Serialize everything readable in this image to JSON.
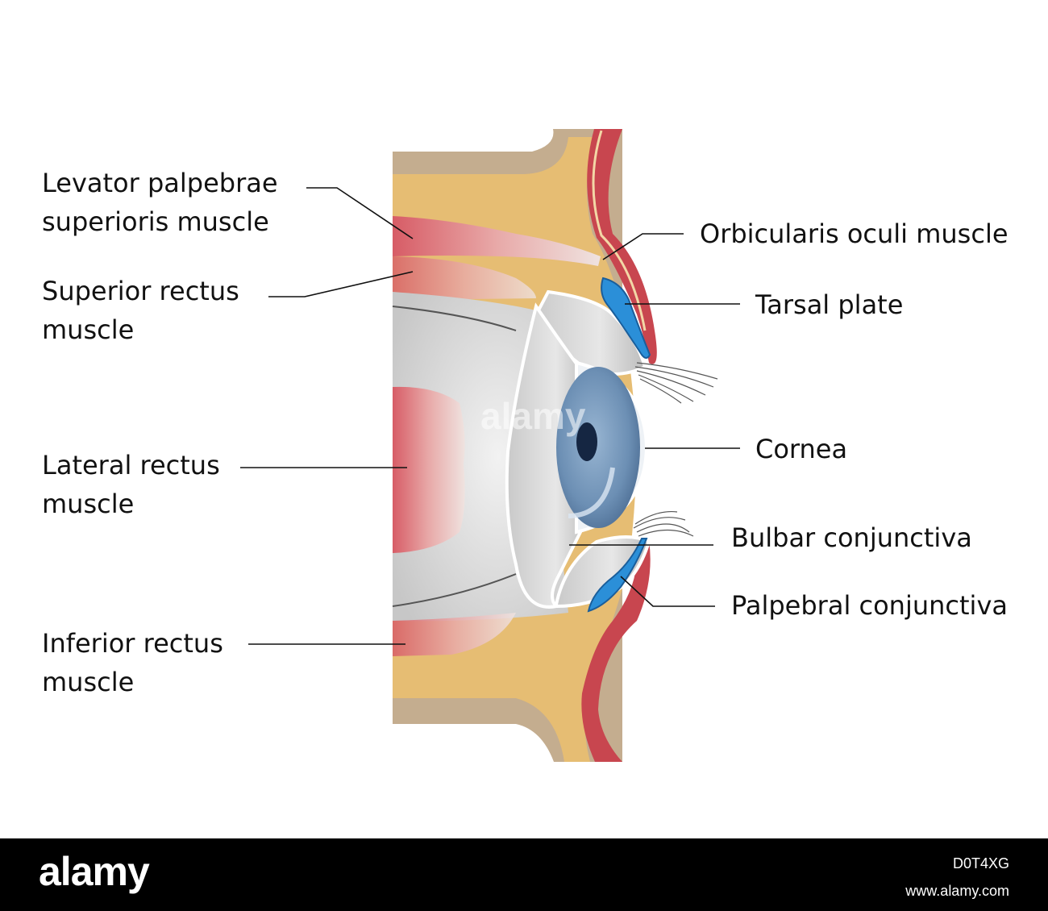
{
  "labels": {
    "levator_line1": "Levator palpebrae",
    "levator_line2": "superioris muscle",
    "superior_line1": "Superior rectus",
    "superior_line2": "muscle",
    "lateral_line1": "Lateral rectus",
    "lateral_line2": "muscle",
    "inferior_line1": "Inferior rectus",
    "inferior_line2": "muscle",
    "orbicularis": "Orbicularis oculi muscle",
    "tarsal": "Tarsal plate",
    "cornea": "Cornea",
    "bulbar": "Bulbar conjunctiva",
    "palpebral": "Palpebral conjunctiva"
  },
  "watermark": "alamy",
  "stock_bar": {
    "logo": "alamy",
    "image_id": "D0T4XG",
    "site": "www.alamy.com"
  },
  "colors": {
    "skin_layer": "#c8464f",
    "fat_layer": "#e6bd73",
    "bone": "#c4ad8f",
    "muscle": "#d96a6a",
    "sclera": "#dcdcdc",
    "iris": "#6a8cb0",
    "tarsal_plate": "#2b8fd8"
  }
}
